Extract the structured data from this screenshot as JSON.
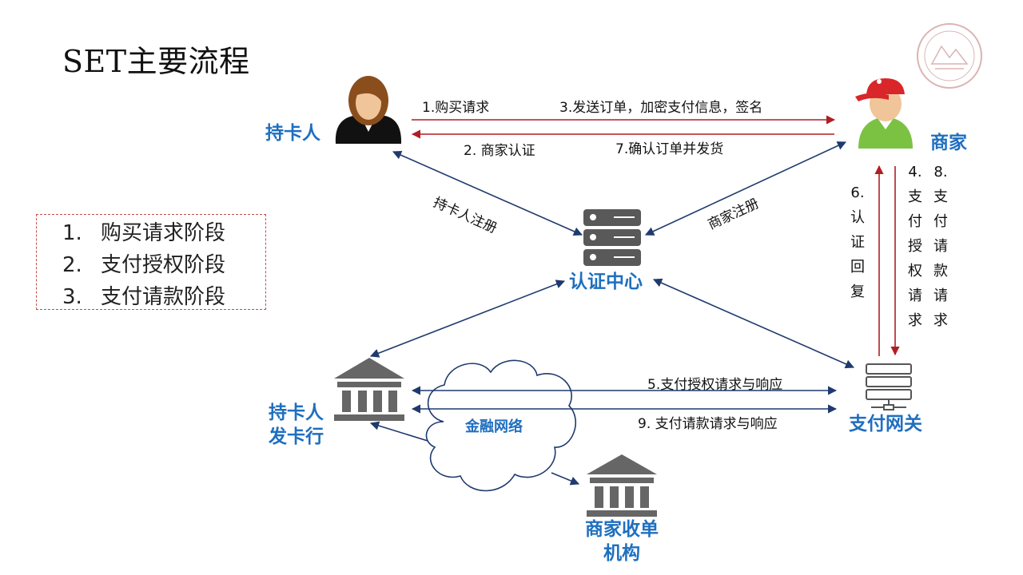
{
  "title": "SET主要流程",
  "phases": [
    {
      "num": "1.",
      "text": "购买请求阶段"
    },
    {
      "num": "2.",
      "text": "支付授权阶段"
    },
    {
      "num": "3.",
      "text": "支付请款阶段"
    }
  ],
  "nodes": {
    "cardholder": "持卡人",
    "merchant": "商家",
    "ca": "认证中心",
    "gateway": "支付网关",
    "issuer_line1": "持卡人",
    "issuer_line2": "发卡行",
    "acquirer_line1": "商家收单",
    "acquirer_line2": "机构",
    "network": "金融网络"
  },
  "edges": {
    "purchase_request": "1.购买请求",
    "send_order": "3.发送订单，加密支付信息，签名",
    "merchant_auth": "2. 商家认证",
    "confirm_order": "7.确认订单并发货",
    "cardholder_register": "持卡人注册",
    "merchant_register": "商家注册",
    "auth_response": "6.认证回复",
    "pay_auth_request": "4.支付授权请求",
    "pay_capture_request": "8.支付请款请求",
    "auth_req_resp": "5.支付授权请求与响应",
    "capture_req_resp": "9. 支付请款请求与响应"
  },
  "colors": {
    "node_label": "#1f6fbf",
    "red_arrow": "#b01e23",
    "blue_arrow": "#1f3a6e",
    "server": "#5a5a5a",
    "bank": "#6b6b6b",
    "phase_border": "#c0504d"
  },
  "icons": {
    "cardholder": "woman-avatar-icon",
    "merchant": "merchant-avatar-icon",
    "ca": "server-icon",
    "gateway": "server-outline-icon",
    "issuer": "bank-icon",
    "acquirer": "bank-icon",
    "network": "cloud-icon"
  }
}
